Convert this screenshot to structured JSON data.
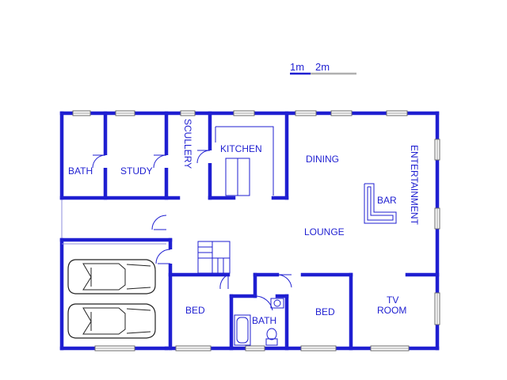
{
  "scale": {
    "label_1": "1m",
    "label_2": "2m"
  },
  "rooms": {
    "bath_1": "BATH",
    "study": "STUDY",
    "scullery": "SCULLERY",
    "kitchen": "KITCHEN",
    "dining": "DINING",
    "entertainment": "ENTERTAINMENT",
    "bar": "BAR",
    "lounge": "LOUNGE",
    "bed_1": "BED",
    "bath_2": "BATH",
    "bed_2": "BED",
    "tv_room_line1": "TV",
    "tv_room_line2": "ROOM"
  },
  "colors": {
    "wall": "#1f1fd1",
    "text": "#1f1fd1",
    "window_frame": "#6a6a6a",
    "background": "#ffffff"
  }
}
